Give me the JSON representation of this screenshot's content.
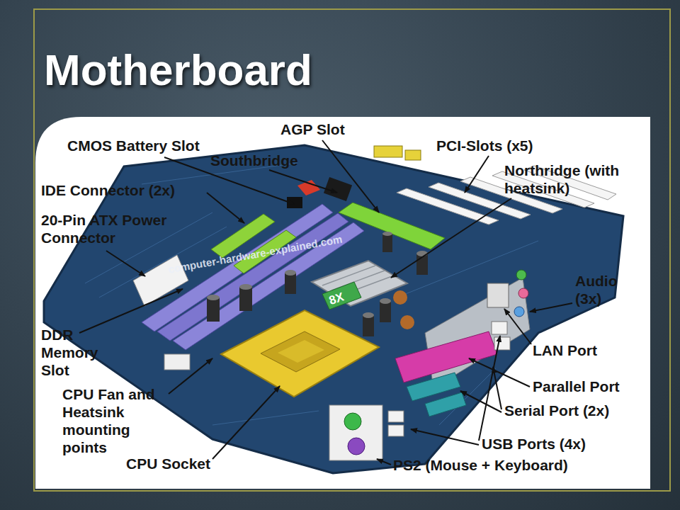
{
  "diagram": {
    "title": "Motherboard",
    "labels": [
      "CMOS Battery Slot",
      "AGP Slot",
      "PCI-Slots (x5)",
      "Southbridge",
      "Northridge (with heatsink)",
      "IDE Connector (2x)",
      "20-Pin ATX Power Connector",
      "Audio (3x)",
      "LAN Port",
      "DDR Memory Slot",
      "Parallel Port",
      "CPU Fan and Heatsink mounting points",
      "Serial Port (2x)",
      "USB Ports (4x)",
      "CPU Socket",
      "PS2 (Mouse + Keyboard)",
      "computer-hardware-explained.com",
      "8X"
    ]
  }
}
